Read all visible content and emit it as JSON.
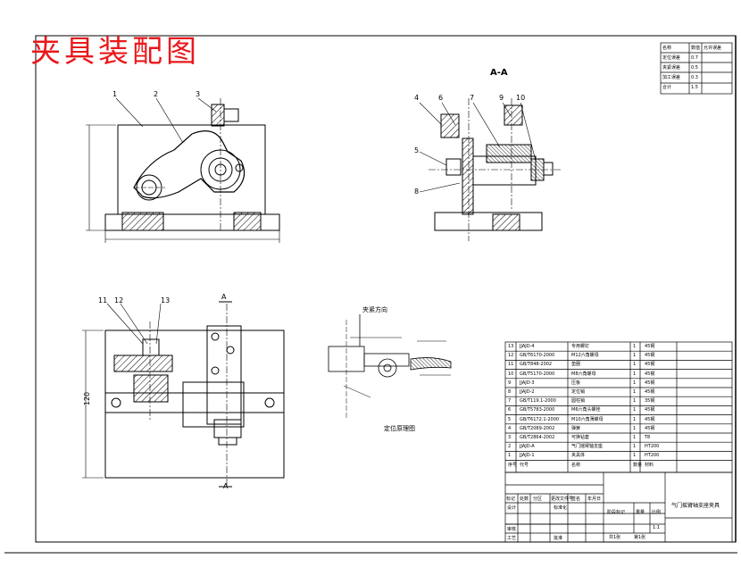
{
  "title": "夹具装配图",
  "section_label": "A-A",
  "section_markers": {
    "top": "A",
    "bottom": "A"
  },
  "part_callouts": [
    "1",
    "2",
    "3",
    "4",
    "5",
    "6",
    "7",
    "8",
    "9",
    "10",
    "11",
    "12",
    "13"
  ],
  "dimension_120": "120",
  "clamp_direction": "夹紧方向",
  "locating_label": "定位原理图",
  "tolerance_table": {
    "headers": [
      "名称",
      "数值",
      "允许误差"
    ],
    "rows": [
      [
        "定位误差",
        "0.7",
        ""
      ],
      [
        "夹紧误差",
        "0.5",
        ""
      ],
      [
        "加工误差",
        "0.3",
        ""
      ],
      [
        "合计",
        "1.5",
        ""
      ]
    ]
  },
  "bom": {
    "rows": [
      [
        "13",
        "JJAJD-4",
        "专用螺钉",
        "1",
        "45钢"
      ],
      [
        "12",
        "GB/T6170-2000",
        "M12六角螺母",
        "1",
        "45钢"
      ],
      [
        "11",
        "GB/T848-2002",
        "垫圈",
        "1",
        "45钢"
      ],
      [
        "10",
        "GB/T5170-2000",
        "M8六角螺母",
        "1",
        "45钢"
      ],
      [
        "9",
        "JJAJD-3",
        "压板",
        "1",
        "45钢"
      ],
      [
        "8",
        "JJAJD-2",
        "定位销",
        "1",
        "45钢"
      ],
      [
        "7",
        "GB/T119.1-2000",
        "圆柱销",
        "1",
        "35钢"
      ],
      [
        "6",
        "GB/T5783-2000",
        "M6六角头螺栓",
        "1",
        "45钢"
      ],
      [
        "5",
        "GB/T6172.1-2000",
        "M10六角薄螺母",
        "1",
        "45钢"
      ],
      [
        "4",
        "GB/T2089-2002",
        "弹簧",
        "1",
        "45钢"
      ],
      [
        "3",
        "GB/T2864-2002",
        "可换钻套",
        "1",
        "T8"
      ],
      [
        "2",
        "JJAJD-A",
        "气门摇臂轴支座",
        "1",
        "HT200"
      ],
      [
        "1",
        "JJAJD-1",
        "夹具体",
        "1",
        "HT200"
      ]
    ],
    "header": [
      "序号",
      "代号",
      "名称",
      "数量",
      "材料"
    ]
  },
  "title_block": {
    "drawing_name": "气门摇臂轴支座夹具",
    "stage": "阶段标记",
    "weight": "重量",
    "scale": "比例",
    "scale_value": "1:1",
    "sheets": "共1张",
    "sheet_no": "第1张",
    "designer": "设计",
    "standard": "标准化",
    "review": "审核",
    "process": "工艺",
    "approve": "批准",
    "mark": "标记",
    "count": "处数",
    "zone": "分区",
    "change_doc": "更改文件号",
    "signature": "签名",
    "date": "年月日"
  }
}
